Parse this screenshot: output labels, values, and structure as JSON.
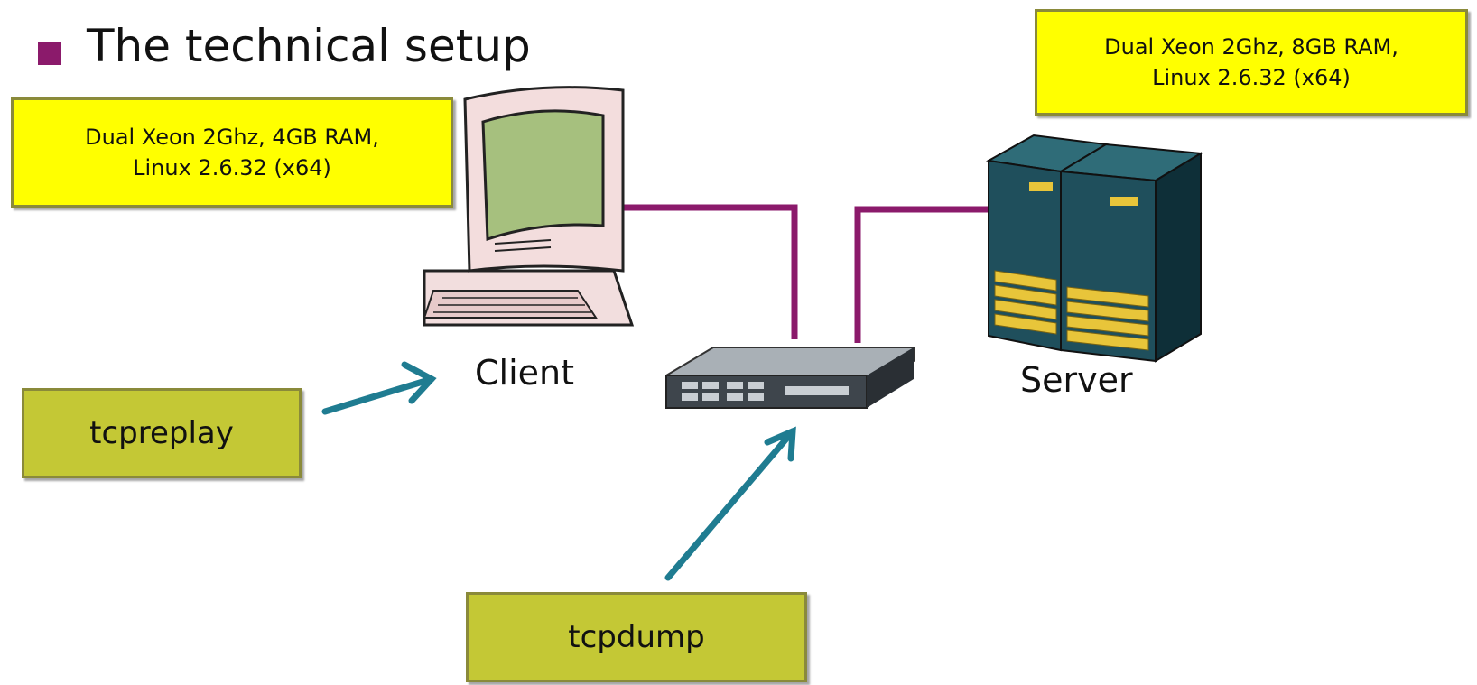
{
  "slide": {
    "heading": "The technical setup"
  },
  "client": {
    "label": "Client",
    "spec": "Dual Xeon 2Ghz, 4GB RAM,\nLinux 2.6.32 (x64)"
  },
  "server": {
    "label": "Server",
    "spec": "Dual Xeon 2Ghz, 8GB RAM,\nLinux 2.6.32 (x64)"
  },
  "tools": {
    "replay": "tcpreplay",
    "dump": "tcpdump"
  },
  "colors": {
    "bullet": "#8b1a6b",
    "cable": "#8b1a6b",
    "arrow": "#1f7c91",
    "spec_box": "#ffff00",
    "tool_box": "#c4c835",
    "server_body": "#1f4f5c",
    "server_drives": "#e8c53a"
  },
  "icons": [
    "client-computer-icon",
    "switch-appliance-icon",
    "server-rack-icon"
  ]
}
